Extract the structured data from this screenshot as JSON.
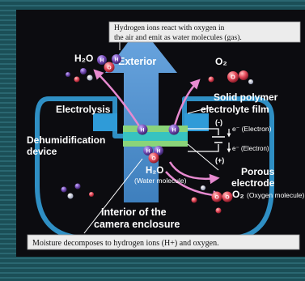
{
  "captions": {
    "top_line1": "Hydrogen ions react with oxygen in",
    "top_line2": "the air and emit as water molecules (gas).",
    "bottom": "Moisture decomposes to hydrogen ions (H+) and oxygen."
  },
  "labels": {
    "h2o_top": "H₂O",
    "exterior": "Exterior",
    "o2_top": "O₂",
    "electrolysis": "Electrolysis",
    "solid_polymer_1": "Solid polymer",
    "solid_polymer_2": "electrolyte film",
    "minus": "(-)",
    "plus": "(+)",
    "electron_1": "e⁻ (Electron)",
    "electron_2": "e⁻ (Electron)",
    "dehum_1": "Dehumidification",
    "dehum_2": "device",
    "porous_1": "Porous",
    "porous_2": "electrode",
    "h2o_mid": "H₂O",
    "water_molecule": "(Water molecule)",
    "o2_mid": "O₂",
    "oxygen_molecule": "(Oxygen molecule)",
    "interior_1": "Interior of the",
    "interior_2": "camera enclosure"
  },
  "glyphs": {
    "hydrogen": "H",
    "oxygen": "O"
  },
  "colors": {
    "background": "#1b4f57",
    "panel": "#0c0c10",
    "enclosure": "#2f8fc4",
    "arrow": "#4b8ccc",
    "hydrogen_ion": "#7a4fb8",
    "oxygen_atom": "#e64b5c",
    "electrode_band": "#8ad47a",
    "membrane": "#37c3c0",
    "electrode_post": "#2f9bd8"
  }
}
